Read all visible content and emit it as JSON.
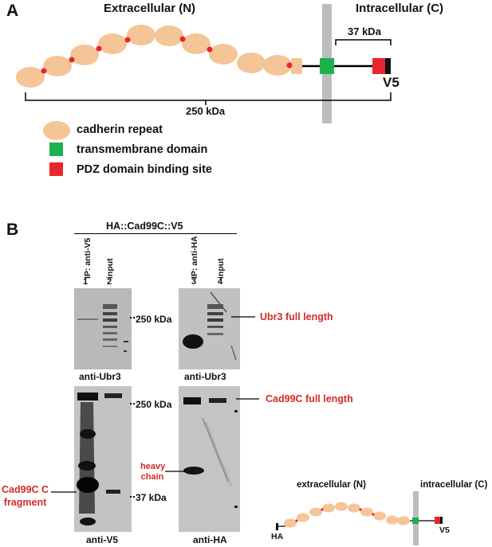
{
  "panel_a": {
    "letter": "A",
    "extracellular": "Extracellular (N)",
    "intracellular": "Intracellular (C)",
    "kda_37": "37 kDa",
    "kda_250": "250 kDa",
    "tag": "V5",
    "legend": [
      {
        "label": "cadherin repeat",
        "color": "#f5c597"
      },
      {
        "label": "transmembrane domain",
        "color": "#1db04d"
      },
      {
        "label": "PDZ domain binding site",
        "color": "#e8262b"
      }
    ]
  },
  "panel_b": {
    "letter": "B",
    "construct": "HA::Cad99C::V5",
    "lanes_left": [
      {
        "num": "1",
        "label": "IP: anti-V5"
      },
      {
        "num": "2",
        "label": "input"
      }
    ],
    "lanes_right": [
      {
        "num": "3",
        "label": "IP: anti-HA"
      },
      {
        "num": "4",
        "label": "input"
      }
    ],
    "marker_250": "250 kDa",
    "marker_250b": "250 kDa",
    "marker_37": "37 kDa",
    "blot_labels": {
      "top_left": "anti-Ubr3",
      "top_right": "anti-Ubr3",
      "bottom_left": "anti-V5",
      "bottom_right": "anti-HA"
    },
    "annotations": {
      "ubr3": "Ubr3 full length",
      "cad99c": "Cad99C full length",
      "heavy_1": "heavy",
      "heavy_2": "chain",
      "frag_1": "Cad99C C",
      "frag_2": "fragment"
    },
    "schematic": {
      "extracellular": "extracellular (N)",
      "intracellular": "intracellular (C)",
      "ha": "HA",
      "v5": "V5"
    }
  }
}
